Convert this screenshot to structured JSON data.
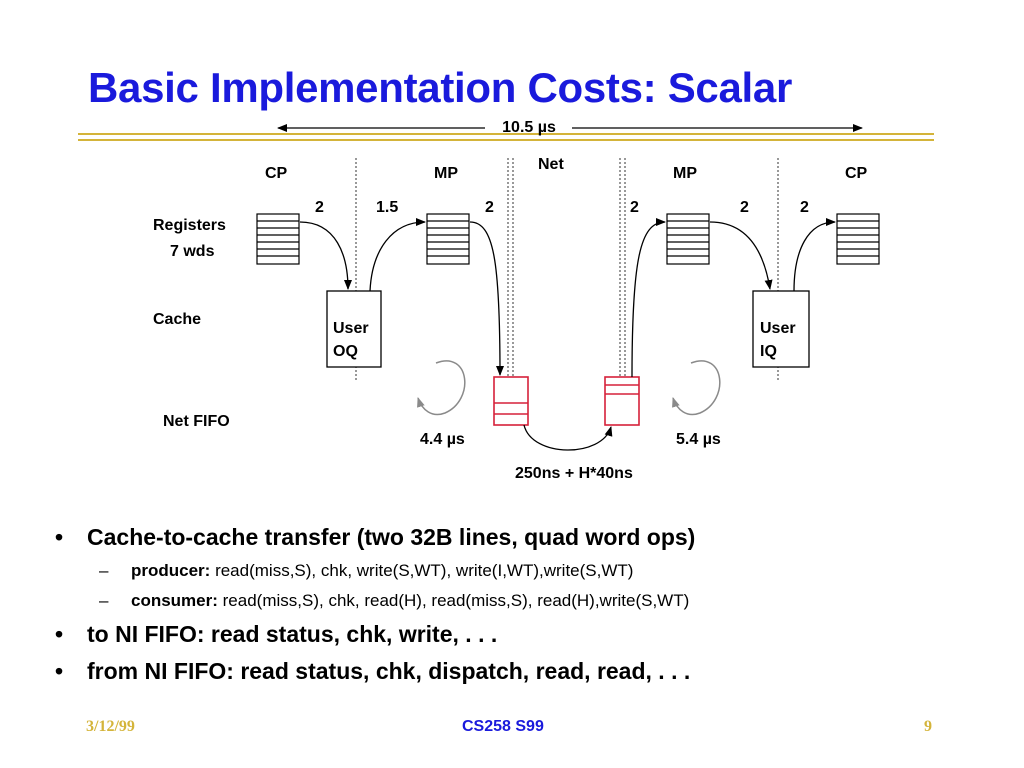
{
  "title": "Basic Implementation Costs: Scalar",
  "diagram": {
    "total_time": "10.5 µs",
    "net_label": "Net",
    "columns": [
      "CP",
      "MP",
      "MP",
      "CP"
    ],
    "costs": [
      "2",
      "1.5",
      "2",
      "2",
      "2",
      "2"
    ],
    "row_labels": {
      "registers": "Registers",
      "registers_size": "7 wds",
      "cache": "Cache",
      "net_fifo": "Net FIFO"
    },
    "queues": {
      "out_line1": "User",
      "out_line2": "OQ",
      "in_line1": "User",
      "in_line2": "IQ"
    },
    "times": {
      "left": "4.4 µs",
      "right": "5.4 µs",
      "net": "250ns + H*40ns"
    },
    "colors": {
      "fifo": "#d6213a",
      "loop": "#8a8a8a",
      "title": "#1a1adc",
      "accent": "#d4b43a"
    }
  },
  "bullets": [
    {
      "text": "Cache-to-cache transfer (two 32B lines, quad word ops)",
      "sub": [
        {
          "label": "producer:",
          "text": " read(miss,S), chk, write(S,WT), write(I,WT),write(S,WT)"
        },
        {
          "label": "consumer:",
          "text": " read(miss,S), chk, read(H), read(miss,S), read(H),write(S,WT)"
        }
      ]
    },
    {
      "text": "to NI FIFO: read status, chk, write, . . ."
    },
    {
      "text": "from NI FIFO: read status, chk, dispatch, read, read, . . ."
    }
  ],
  "markers": {
    "bullet": "•",
    "dash": "–"
  },
  "footer": {
    "date": "3/12/99",
    "course": "CS258 S99",
    "page": "9"
  }
}
